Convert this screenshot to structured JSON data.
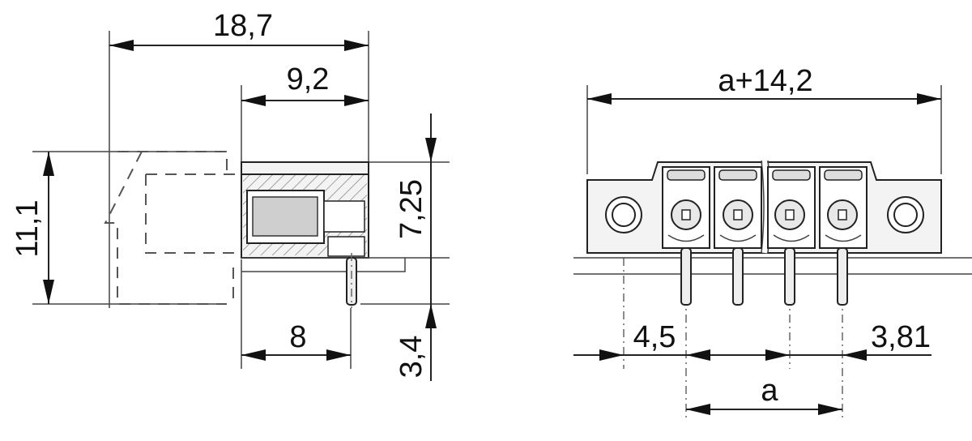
{
  "side_view": {
    "dim_total_width": "18,7",
    "dim_body_width": "9,2",
    "dim_height": "11,1",
    "dim_body_height": "7,25",
    "dim_pin_offset": "8",
    "dim_pin_length": "3,4"
  },
  "front_view": {
    "dim_overall_length": "a+14,2",
    "dim_left_offset": "4,5",
    "dim_pitch": "3,81",
    "dim_pin_span": "a"
  },
  "colors": {
    "line": "#222222",
    "hatch": "#888888",
    "body_fill": "#f3f3f3"
  }
}
